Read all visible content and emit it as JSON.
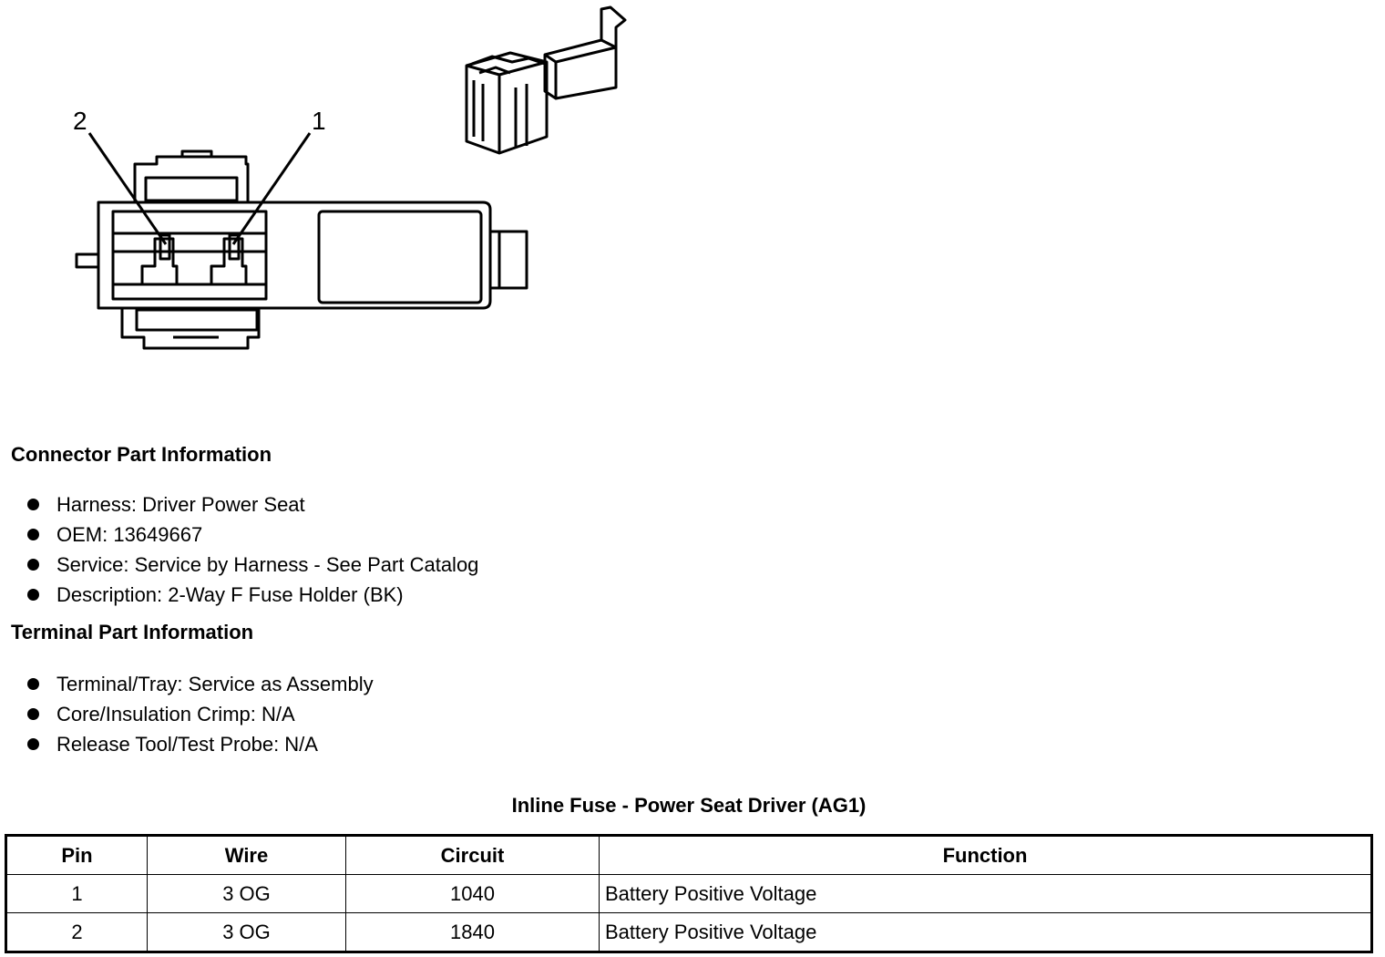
{
  "diagram": {
    "pin_labels": [
      "2",
      "1"
    ]
  },
  "connector_info": {
    "heading": "Connector Part Information",
    "items": [
      "Harness: Driver Power Seat",
      "OEM: 13649667",
      "Service: Service by Harness - See Part Catalog",
      "Description: 2-Way F Fuse Holder (BK)"
    ]
  },
  "terminal_info": {
    "heading": "Terminal Part Information",
    "items": [
      "Terminal/Tray: Service as Assembly",
      "Core/Insulation Crimp: N/A",
      "Release Tool/Test Probe: N/A"
    ]
  },
  "table": {
    "title": "Inline Fuse - Power Seat Driver (AG1)",
    "headers": [
      "Pin",
      "Wire",
      "Circuit",
      "Function"
    ],
    "rows": [
      [
        "1",
        "3 OG",
        "1040",
        "Battery Positive Voltage"
      ],
      [
        "2",
        "3 OG",
        "1840",
        "Battery Positive Voltage"
      ]
    ]
  }
}
